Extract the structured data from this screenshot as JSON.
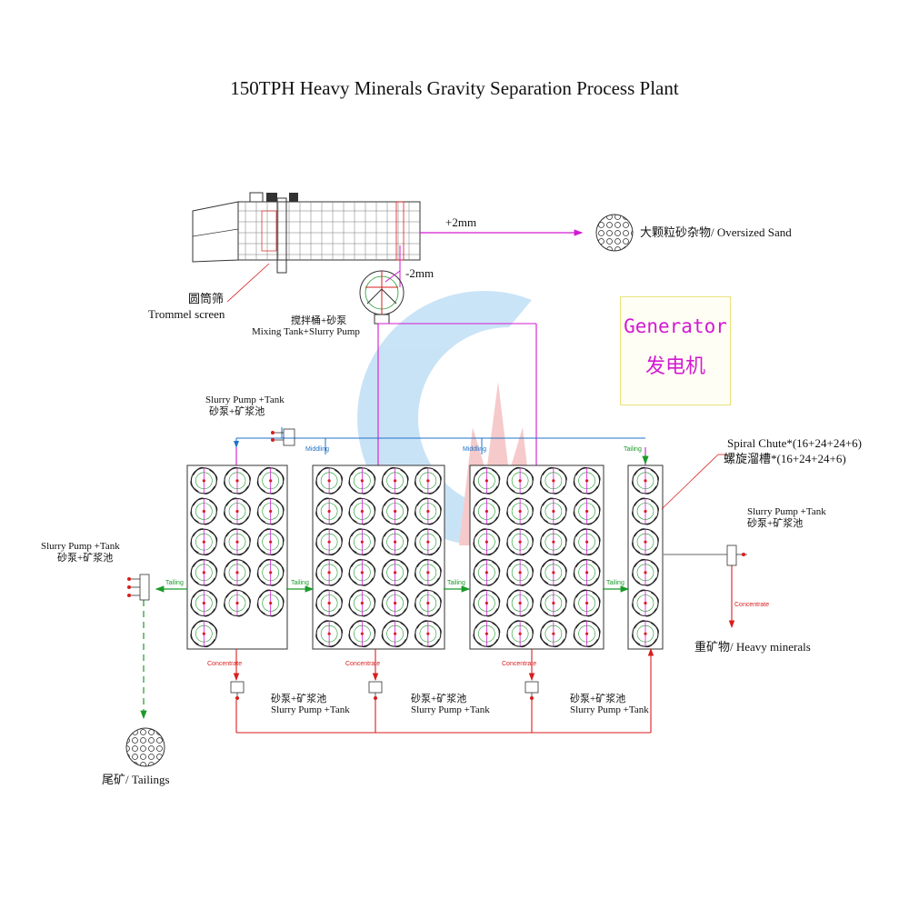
{
  "title": "150TPH Heavy Minerals Gravity Separation Process Plant",
  "trommel": {
    "label_zh": "圆筒筛",
    "label_en": "Trommel screen",
    "oversize_cut": "+2mm",
    "undersize_cut": "-2mm"
  },
  "oversized_sand": {
    "label": "大颗粒砂杂物/ Oversized Sand"
  },
  "mixing_tank": {
    "label_zh": "搅拌桶+砂泵",
    "label_en": "Mixing Tank+Slurry Pump"
  },
  "generator": {
    "label_en": "Generator",
    "label_zh": "发电机"
  },
  "pump_top": {
    "label_en": "Slurry Pump +Tank",
    "label_zh": "砂泵+矿浆池"
  },
  "pump_left": {
    "label_en": "Slurry Pump +Tank",
    "label_zh": "砂泵+矿浆池"
  },
  "pump_right": {
    "label_en": "Slurry Pump +Tank",
    "label_zh": "砂泵+矿浆池"
  },
  "spiral_chute": {
    "label_en": "Spiral Chute*(16+24+24+6)",
    "label_zh": "螺旋溜槽*(16+24+24+6)",
    "banks": [
      16,
      24,
      24,
      6
    ]
  },
  "flows": {
    "middling": "Middling",
    "tailing": "Tailing",
    "concentrate": "Concentrate"
  },
  "bottom_pumps": [
    {
      "label_zh": "砂泵+矿浆池",
      "label_en": "Slurry Pump +Tank"
    },
    {
      "label_zh": "砂泵+矿浆池",
      "label_en": "Slurry Pump +Tank"
    },
    {
      "label_zh": "砂泵+矿浆池",
      "label_en": "Slurry Pump +Tank"
    }
  ],
  "heavy_minerals": {
    "label": "重矿物/ Heavy minerals"
  },
  "tailings": {
    "label": "尾矿/ Tailings"
  },
  "colors": {
    "feed": "#d21ad2",
    "middling": "#1f73c9",
    "tailing": "#1a9a2a",
    "concentrate": "#d81e1e",
    "watermark_blue": "#9ecdf0",
    "watermark_red": "#f0a0a0"
  }
}
